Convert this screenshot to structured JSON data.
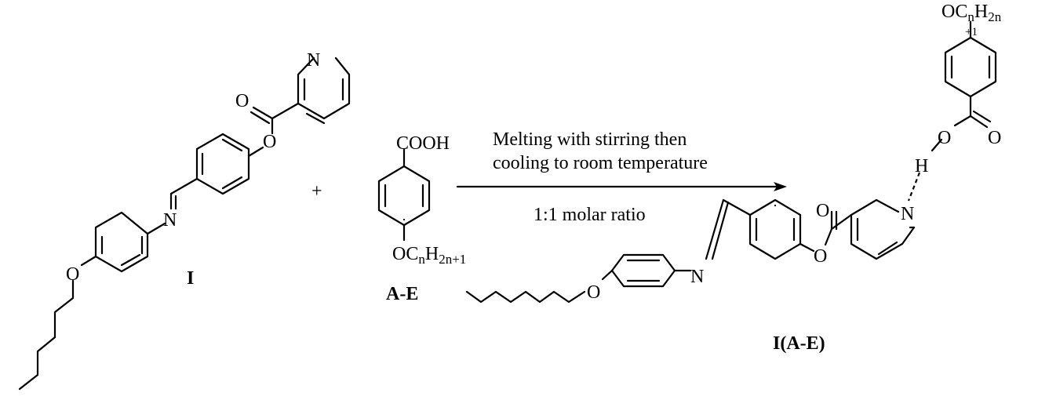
{
  "compound_I": {
    "label": "I",
    "atoms": {
      "N_pyridine": "N",
      "O_carbonyl": "O",
      "O_ester": "O",
      "N_imine": "N",
      "O_ether": "O"
    }
  },
  "plus_sign": "+",
  "compound_AE": {
    "label": "A-E",
    "acid": "COOH",
    "alkoxy_O": "O",
    "alkoxy_C": "C",
    "alkoxy_n": "n",
    "alkoxy_H": "H",
    "alkoxy_sub": "2n+1"
  },
  "reaction": {
    "condition_line1": "Melting with stirring then",
    "condition_line2": "cooling to room temperature",
    "ratio": "1:1 molar ratio"
  },
  "product": {
    "label": "I(A-E)",
    "alkoxy_top": "OC",
    "alkoxy_top_n": "n",
    "alkoxy_top_H": "H",
    "alkoxy_top_sub": "2n",
    "alkoxy_top_plus": "+1",
    "atoms": {
      "O_hydroxyl": "O",
      "O_carbonyl_acid": "O",
      "H_bond": "H",
      "N_pyridine": "N",
      "O_carbonyl": "O",
      "O_ester": "O",
      "N_imine": "N",
      "O_ether": "O"
    }
  }
}
